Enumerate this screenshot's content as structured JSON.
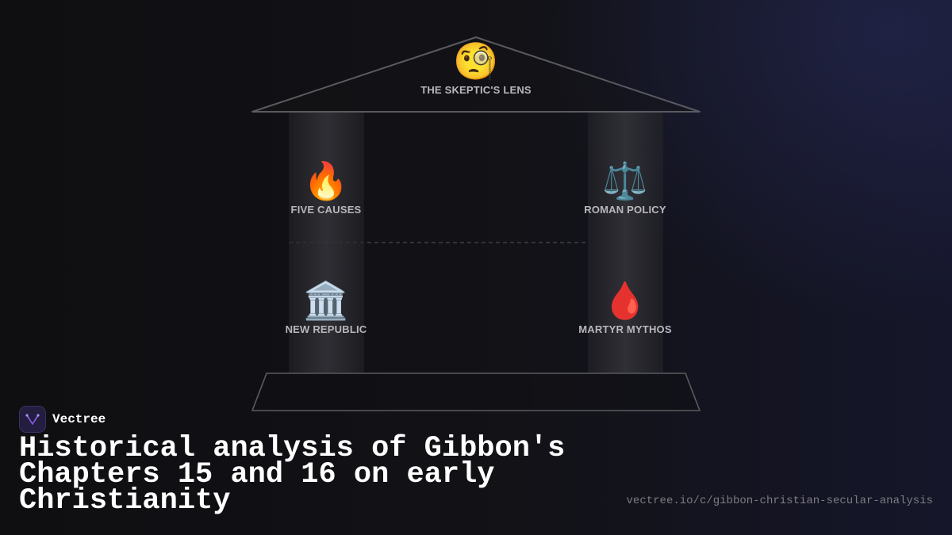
{
  "diagram": {
    "roof": {
      "icon": "monocle-face-icon",
      "glyph": "🧐",
      "label": "THE SKEPTIC'S LENS"
    },
    "pillars": [
      {
        "icon": "fire-icon",
        "glyph": "🔥",
        "label": "FIVE CAUSES"
      },
      {
        "icon": "balance-scale-icon",
        "glyph": "⚖️",
        "label": "ROMAN POLICY"
      },
      {
        "icon": "classical-building-icon",
        "glyph": "🏛️",
        "label": "NEW REPUBLIC"
      },
      {
        "icon": "blood-drop-icon",
        "glyph": "🩸",
        "label": "MARTYR MYTHOS"
      }
    ]
  },
  "brand": {
    "name": "Vectree",
    "logo_icon": "vectree-logo-icon"
  },
  "title": "Historical analysis of Gibbon's Chapters 15 and 16 on early Christianity",
  "url": "vectree.io/c/gibbon-christian-secular-analysis",
  "colors": {
    "background": "#111115",
    "label": "#b8b8bc",
    "outline": "#5a5a60",
    "title": "#ffffff",
    "url": "#7c7c82",
    "brand_accent": "#9b6cf0"
  }
}
